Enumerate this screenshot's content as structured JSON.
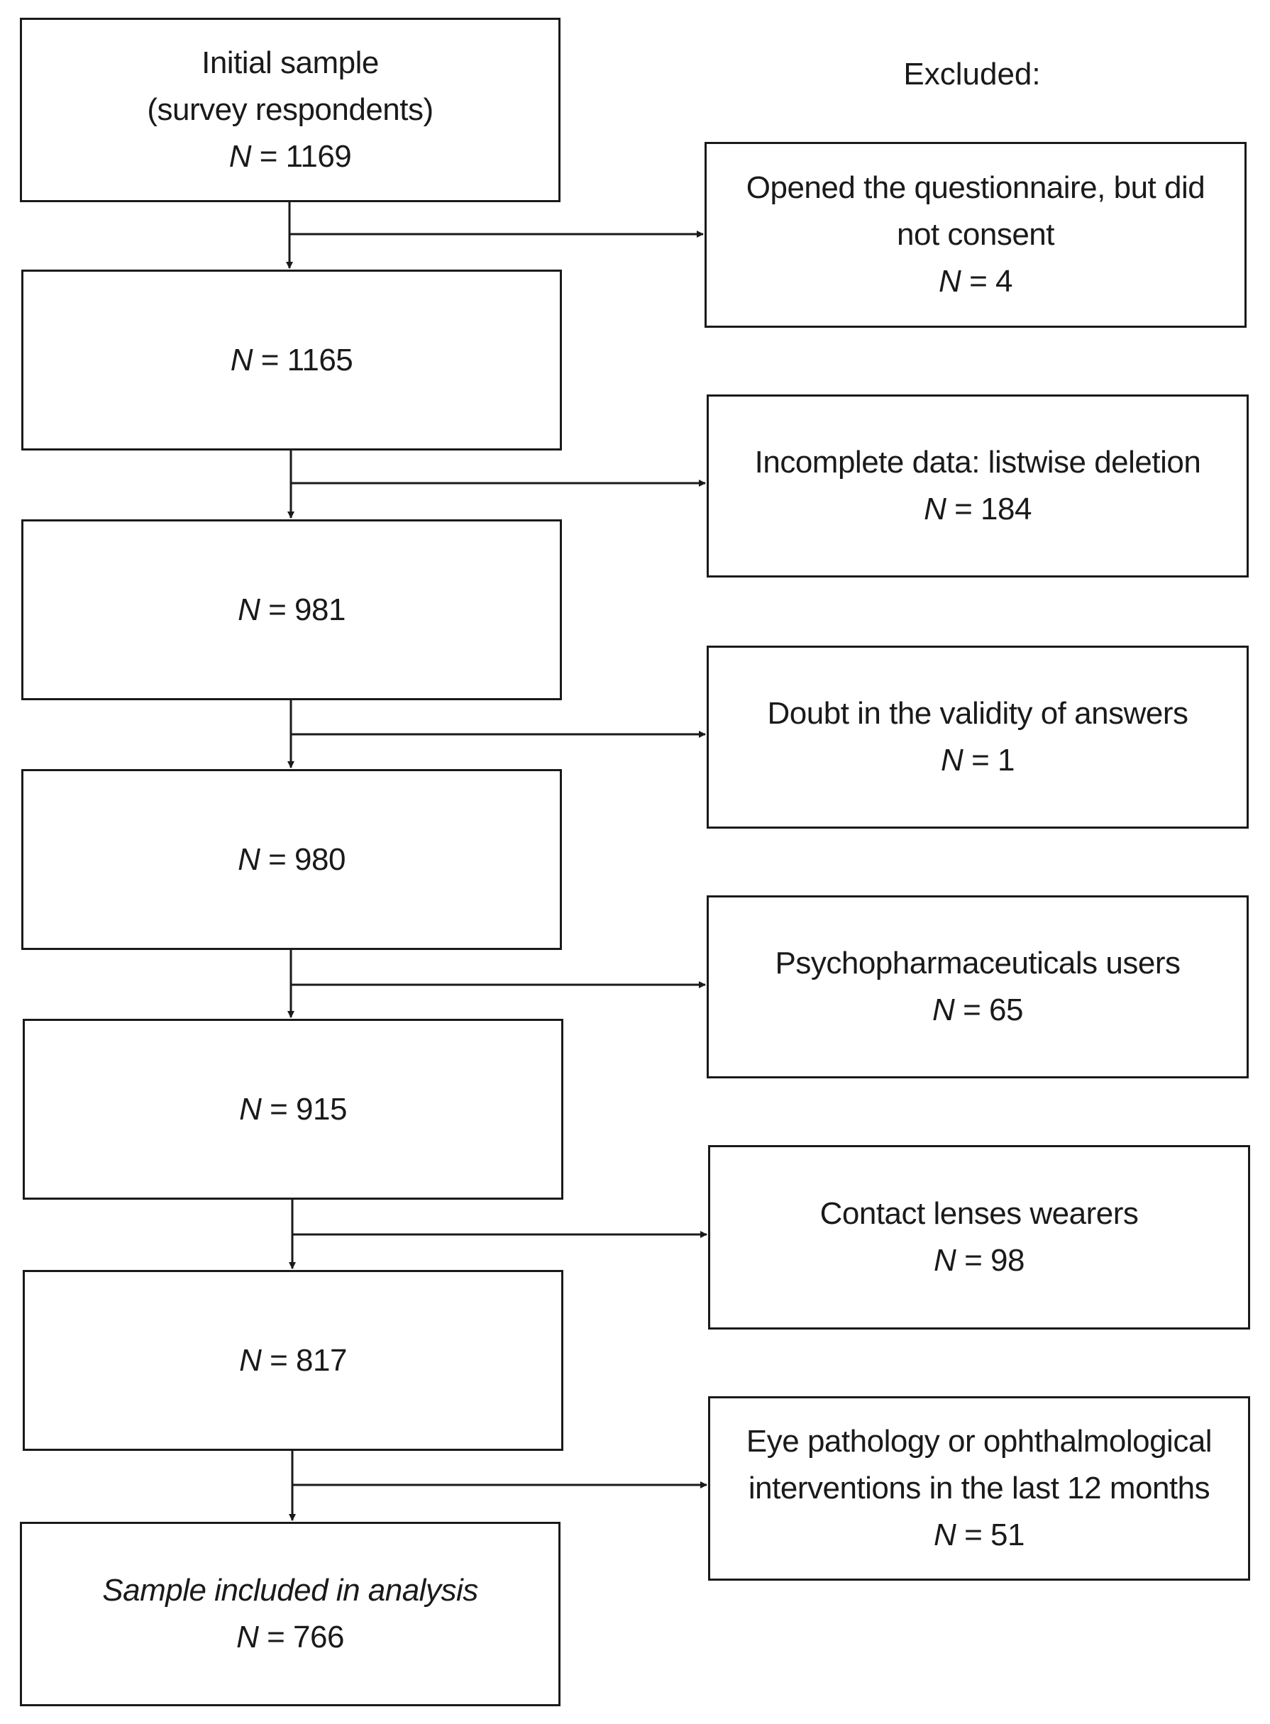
{
  "excluded_heading": "Excluded:",
  "n_symbol": "N",
  "main_flow": [
    {
      "lines": [
        "Initial sample",
        "(survey respondents)"
      ],
      "n": "= 1169"
    },
    {
      "lines": [],
      "n": "= 1165"
    },
    {
      "lines": [],
      "n": "= 981"
    },
    {
      "lines": [],
      "n": "= 980"
    },
    {
      "lines": [],
      "n": "= 915"
    },
    {
      "lines": [],
      "n": "= 817"
    },
    {
      "lines": [
        "Sample included in analysis"
      ],
      "n": "= 766"
    }
  ],
  "exclusions": [
    {
      "lines": [
        "Opened the questionnaire, but did",
        "not consent"
      ],
      "n": "= 4"
    },
    {
      "lines": [
        "Incomplete data: listwise deletion"
      ],
      "n": "= 184"
    },
    {
      "lines": [
        "Doubt in the validity of answers"
      ],
      "n": "= 1"
    },
    {
      "lines": [
        "Psychopharmaceuticals users"
      ],
      "n": "= 65"
    },
    {
      "lines": [
        "Contact lenses wearers"
      ],
      "n": "= 98"
    },
    {
      "lines": [
        "Eye pathology or ophthalmological",
        "interventions in the last 12 months"
      ],
      "n": "= 51"
    }
  ]
}
